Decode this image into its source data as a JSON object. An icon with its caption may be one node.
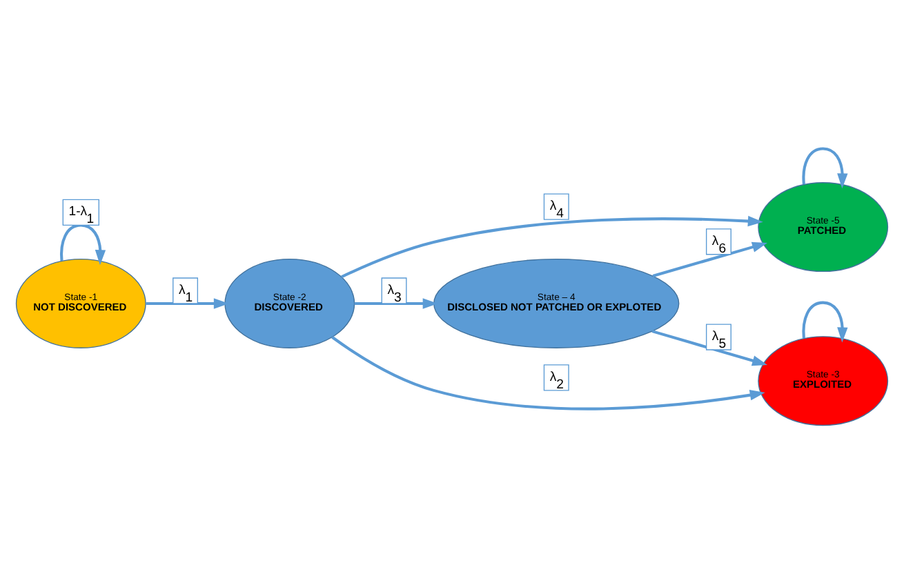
{
  "diagram": {
    "nodes": [
      {
        "text": [
          "State -1",
          "NOT DISCOVERED"
        ]
      },
      {
        "text": [
          "State -5",
          "PATCHED"
        ]
      },
      {
        "text": [
          "State -2",
          "DISCOVERED"
        ]
      },
      {
        "text": [
          "State – 4",
          "DISCLOSED NOT PATCHED OR EXPLOTED"
        ]
      },
      {
        "text": [
          "State -3",
          "EXPLOITED"
        ]
      }
    ],
    "edges": [
      {
        "from": 0,
        "to": 0,
        "arrow": "to",
        "label": "1-λ$_{1}$"
      },
      {
        "from": 0,
        "to": 2,
        "arrow": "to",
        "label": "λ$_{1}$"
      },
      {
        "from": 2,
        "to": 1,
        "arrow": "to",
        "label": "λ$_{4}$"
      },
      {
        "from": 2,
        "to": 3,
        "arrow": "to",
        "label": "λ$_{3}$"
      },
      {
        "from": 2,
        "to": 4,
        "arrow": "to",
        "label": "λ$_{2}$"
      },
      {
        "from": 3,
        "to": 1,
        "arrow": "to",
        "label": "λ$_{6}$"
      },
      {
        "from": 3,
        "to": 4,
        "arrow": "to",
        "label": "λ$_{5}$"
      },
      {
        "from": 1,
        "to": 1,
        "arrow": "to"
      },
      {
        "from": 4,
        "to": 4,
        "arrow": "to"
      }
    ]
  }
}
